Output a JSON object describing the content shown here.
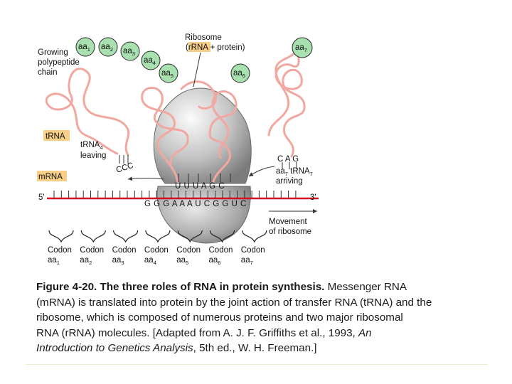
{
  "labels": {
    "growing_chain": [
      "Growing",
      "polypeptide",
      "chain"
    ],
    "ribosome": "Ribosome",
    "ribosome_sub_pre": "(",
    "ribosome_sub_rrna": "rRNA",
    "ribosome_sub_post": " + protein)",
    "trna": "tRNA",
    "mrna": "mRNA",
    "trna4_leaving_line1": "tRNA",
    "trna4_leaving_sub": "4",
    "trna4_leaving_line2": "leaving",
    "anticodon_leaving": "CCC",
    "anticodon_arriving": "C A G",
    "aa7_trna7_prefix": "aa",
    "aa7_trna7_sub": "7",
    "aa7_trna7_mid": " tRNA",
    "aa7_trna7_sub2": "7",
    "arriving": "arriving",
    "five_prime": "5'",
    "three_prime": "3'",
    "movement_line1": "Movement",
    "movement_line2": "of ribosome",
    "upper_bases": "U  U  U  A  G  C",
    "lower_bases": "G G G A A A U C G G U C"
  },
  "amino_acids": [
    {
      "name": "aa",
      "sub": "1"
    },
    {
      "name": "aa",
      "sub": "2"
    },
    {
      "name": "aa",
      "sub": "3"
    },
    {
      "name": "aa",
      "sub": "4"
    },
    {
      "name": "aa",
      "sub": "5"
    },
    {
      "name": "aa",
      "sub": "6"
    },
    {
      "name": "aa",
      "sub": "7"
    }
  ],
  "codons": [
    {
      "label": "Codon",
      "aa": "aa",
      "sub": "1"
    },
    {
      "label": "Codon",
      "aa": "aa",
      "sub": "2"
    },
    {
      "label": "Codon",
      "aa": "aa",
      "sub": "3"
    },
    {
      "label": "Codon",
      "aa": "aa",
      "sub": "4"
    },
    {
      "label": "Codon",
      "aa": "aa",
      "sub": "5"
    },
    {
      "label": "Codon",
      "aa": "aa",
      "sub": "6"
    },
    {
      "label": "Codon",
      "aa": "aa",
      "sub": "7"
    }
  ],
  "caption": {
    "title": "Figure 4-20. The three roles of RNA in protein synthesis.",
    "text1": " Messenger RNA",
    "line2": "(mRNA) is translated into protein by the joint action of transfer RNA (tRNA) and the",
    "line3": "ribosome, which is composed of numerous proteins and two major ribosomal",
    "line4a": "RNA (rRNA) molecules. [Adapted from A. J. F. Griffiths et al., 1993, ",
    "line4b": "An",
    "line5a": "Introduction to Genetics Analysis",
    "line5b": ", 5th ed., W. H. Freeman.]"
  },
  "colors": {
    "amino_acid_fill": "#a8e0b0",
    "label_box": "#f8cf87",
    "trna_strand": "#f0a8a0",
    "mrna_line": "#d81020",
    "ribosome": "#c8c8c8"
  }
}
